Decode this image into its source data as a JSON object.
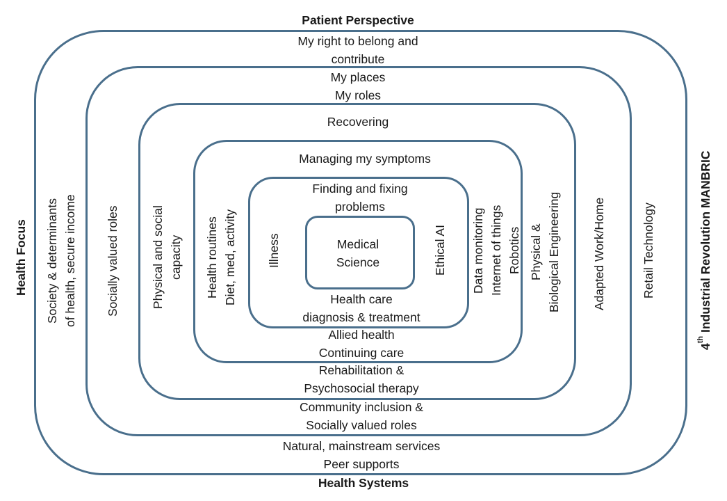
{
  "top_title": "Patient Perspective",
  "bottom_title": "Health Systems",
  "left_title": "Health Focus",
  "right_title": {
    "sup": "th",
    "num": "4",
    "rest": " Industrial Revolution MANBRIC"
  },
  "ring1": {
    "top": [
      "My right to belong and",
      "contribute"
    ],
    "bottom": [
      "Natural, mainstream services",
      "Peer supports"
    ],
    "left": [
      "Society & determinants",
      "of health, secure income"
    ],
    "right": [
      "Retail Technology"
    ]
  },
  "ring2": {
    "top": [
      "My places",
      "My roles"
    ],
    "bottom": [
      "Community inclusion &",
      "Socially valued roles"
    ],
    "left": [
      "Socially valued roles"
    ],
    "right": [
      "Adapted Work/Home"
    ]
  },
  "ring3": {
    "top": [
      "Recovering"
    ],
    "bottom": [
      "Rehabilitation &",
      "Psychosocial therapy"
    ],
    "left": [
      "Physical and social",
      "capacity"
    ],
    "right": [
      "Physical &",
      "Biological Engineering"
    ]
  },
  "ring4": {
    "top": [
      "Managing my symptoms"
    ],
    "bottom": [
      "Allied health",
      "Continuing care"
    ],
    "left": [
      "Health routines",
      "Diet, med, activity"
    ],
    "right": [
      "Data monitoring",
      "Internet of things",
      "Robotics"
    ]
  },
  "ring5": {
    "top": [
      "Finding and fixing",
      "problems"
    ],
    "bottom": [
      "Health care",
      "diagnosis & treatment"
    ],
    "left": [
      "Illness"
    ],
    "right": [
      "Ethical AI"
    ]
  },
  "core": [
    "Medical",
    "Science"
  ]
}
